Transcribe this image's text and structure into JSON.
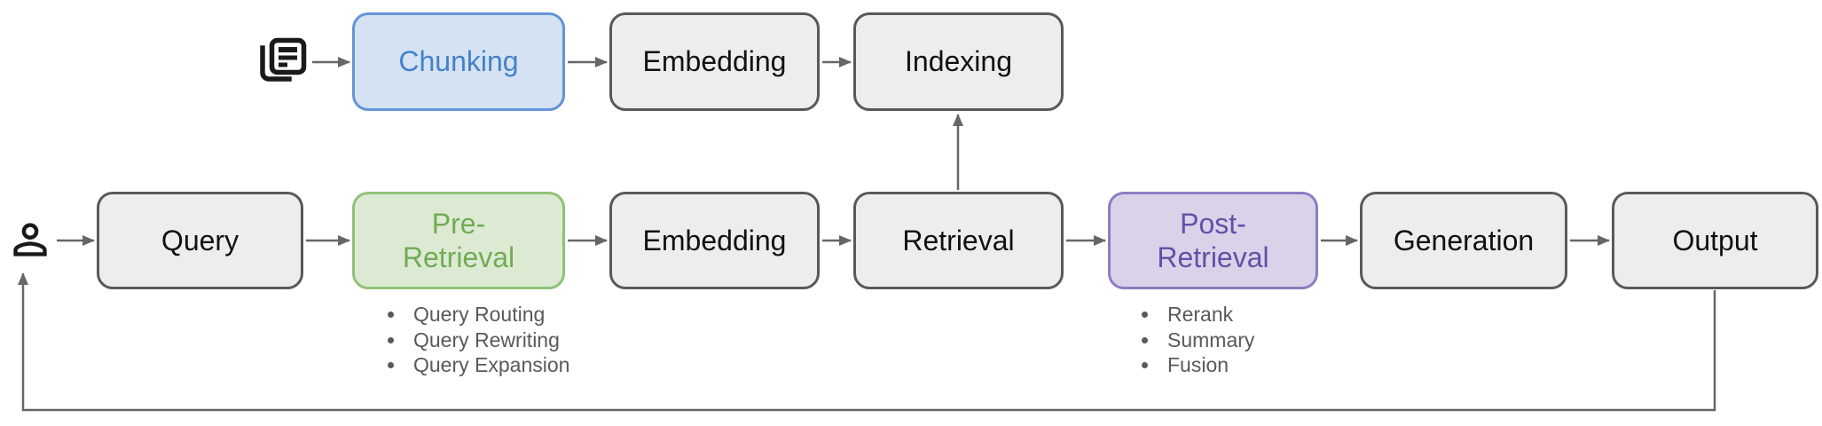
{
  "diagram_type": "flowchart",
  "colors": {
    "background": "#ffffff",
    "gray_box_fill": "#ededed",
    "gray_box_border": "#595959",
    "gray_box_text": "#111111",
    "blue_box_fill": "#d5e2f4",
    "blue_box_border": "#6494d8",
    "blue_box_text": "#4382c8",
    "green_box_fill": "#ddead3",
    "green_box_border": "#8fc279",
    "green_box_text": "#71ab55",
    "purple_box_fill": "#d9d2e9",
    "purple_box_border": "#8e7cc3",
    "purple_box_text": "#674ea7",
    "connector": "#666666",
    "note_text": "#595959",
    "icon": "#1a1a1a"
  },
  "top_row": {
    "chunking": "Chunking",
    "embedding": "Embedding",
    "indexing": "Indexing"
  },
  "main_row": {
    "query": "Query",
    "pre_retrieval": "Pre-\nRetrieval",
    "embedding": "Embedding",
    "retrieval": "Retrieval",
    "post_retrieval": "Post-\nRetrieval",
    "generation": "Generation",
    "output": "Output"
  },
  "pre_retrieval_notes": [
    "Query Routing",
    "Query Rewriting",
    "Query Expansion"
  ],
  "post_retrieval_notes": [
    "Rerank",
    "Summary",
    "Fusion"
  ],
  "icons": [
    "documents-icon",
    "user-icon"
  ],
  "edges": [
    "documents-icon -> chunking",
    "chunking -> embedding(top)",
    "embedding(top) -> indexing",
    "user-icon -> query",
    "query -> pre_retrieval",
    "pre_retrieval -> embedding(main)",
    "embedding(main) -> retrieval",
    "retrieval -> indexing",
    "retrieval -> post_retrieval",
    "post_retrieval -> generation",
    "generation -> output",
    "output -> user-icon (feedback loop)"
  ]
}
